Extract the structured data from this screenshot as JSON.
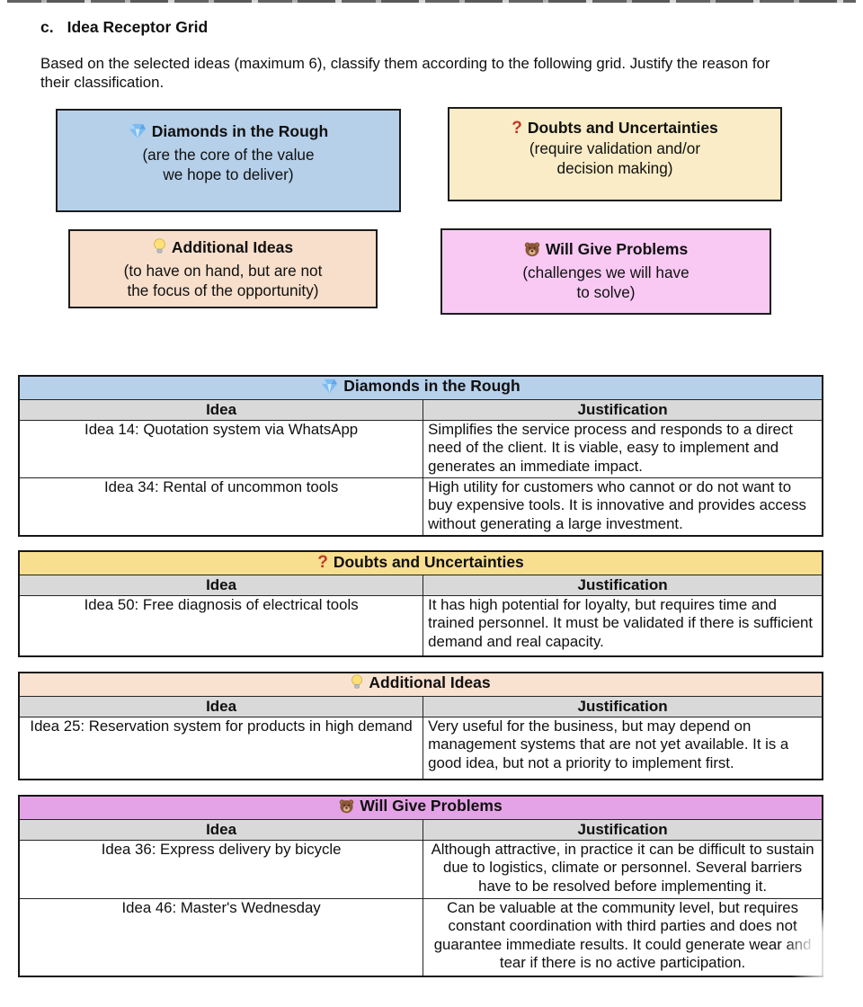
{
  "page": {
    "heading_prefix": "c.",
    "heading": "Idea Receptor Grid",
    "intro": "Based on the selected ideas (maximum 6), classify them according to the following grid. Justify the reason for their classification."
  },
  "colors": {
    "quadrant_blue": "#b6d0ea",
    "quadrant_yellow": "#f9ecc6",
    "quadrant_peach": "#f8dfcc",
    "quadrant_pink": "#f9c9f4",
    "header_blue": "#b8d1ea",
    "header_yellow": "#f8df90",
    "header_peach": "#fae2d0",
    "header_pink": "#e5a3e7",
    "subheader_gray": "#d9d9d9",
    "question_red": "#bd3a28"
  },
  "quadrants": [
    {
      "icon": "diamond-icon",
      "title": "Diamonds in the Rough",
      "bg": "#b6d0ea",
      "lines": [
        "(are the core of the value",
        "we hope to deliver)"
      ]
    },
    {
      "icon": "question-icon",
      "title": "Doubts and Uncertainties",
      "bg": "#f9ecc6",
      "lines": [
        "(require validation and/or",
        "decision making)"
      ]
    },
    {
      "icon": "lightbulb-icon",
      "title": "Additional Ideas",
      "bg": "#f8dfcc",
      "lines": [
        "(to have on hand, but are not",
        "the focus of the opportunity)"
      ]
    },
    {
      "icon": "bear-icon",
      "title": "Will Give Problems",
      "bg": "#f9c9f4",
      "lines": [
        "(challenges we will have",
        "to solve)"
      ]
    }
  ],
  "tables": [
    {
      "icon": "diamond-icon",
      "title": "Diamonds in the Rough",
      "header_bg": "#b8d1ea",
      "col_headers": [
        "Idea",
        "Justification"
      ],
      "rows": [
        {
          "idea": "Idea 14: Quotation system via WhatsApp",
          "justification": "Simplifies the service process and responds to a direct need of the client. It is viable, easy to implement and generates an immediate impact."
        },
        {
          "idea": "Idea 34: Rental of uncommon tools",
          "justification": "High utility for customers who cannot or do not want to buy expensive tools. It is innovative and provides access without generating a large investment."
        }
      ]
    },
    {
      "icon": "question-icon",
      "title": "Doubts and Uncertainties",
      "header_bg": "#f8df90",
      "col_headers": [
        "Idea",
        "Justification"
      ],
      "rows": [
        {
          "idea": "Idea 50: Free diagnosis of electrical tools",
          "justification": "It has high potential for loyalty, but requires time and trained personnel. It must be validated if there is sufficient demand and real capacity."
        }
      ]
    },
    {
      "icon": "lightbulb-icon",
      "title": "Additional Ideas",
      "header_bg": "#fae2d0",
      "col_headers": [
        "Idea",
        "Justification"
      ],
      "rows": [
        {
          "idea": "Idea 25: Reservation system for products in high demand",
          "justification": "Very useful for the business, but may depend on management systems that are not yet available. It is a good idea, but not a priority to implement first."
        }
      ]
    },
    {
      "icon": "bear-icon",
      "title": "Will Give Problems",
      "header_bg": "#e5a3e7",
      "col_headers": [
        "Idea",
        "Justification"
      ],
      "rows": [
        {
          "idea": "Idea 36: Express delivery by bicycle",
          "justification": "Although attractive, in practice it can be difficult to sustain due to logistics, climate or personnel. Several barriers have to be resolved before implementing it."
        },
        {
          "idea": "Idea 46: Master's Wednesday",
          "justification": "Can be valuable at the community level, but requires constant coordination with third parties and does not guarantee immediate results. It could generate wear and tear if there is no active participation."
        }
      ]
    }
  ]
}
